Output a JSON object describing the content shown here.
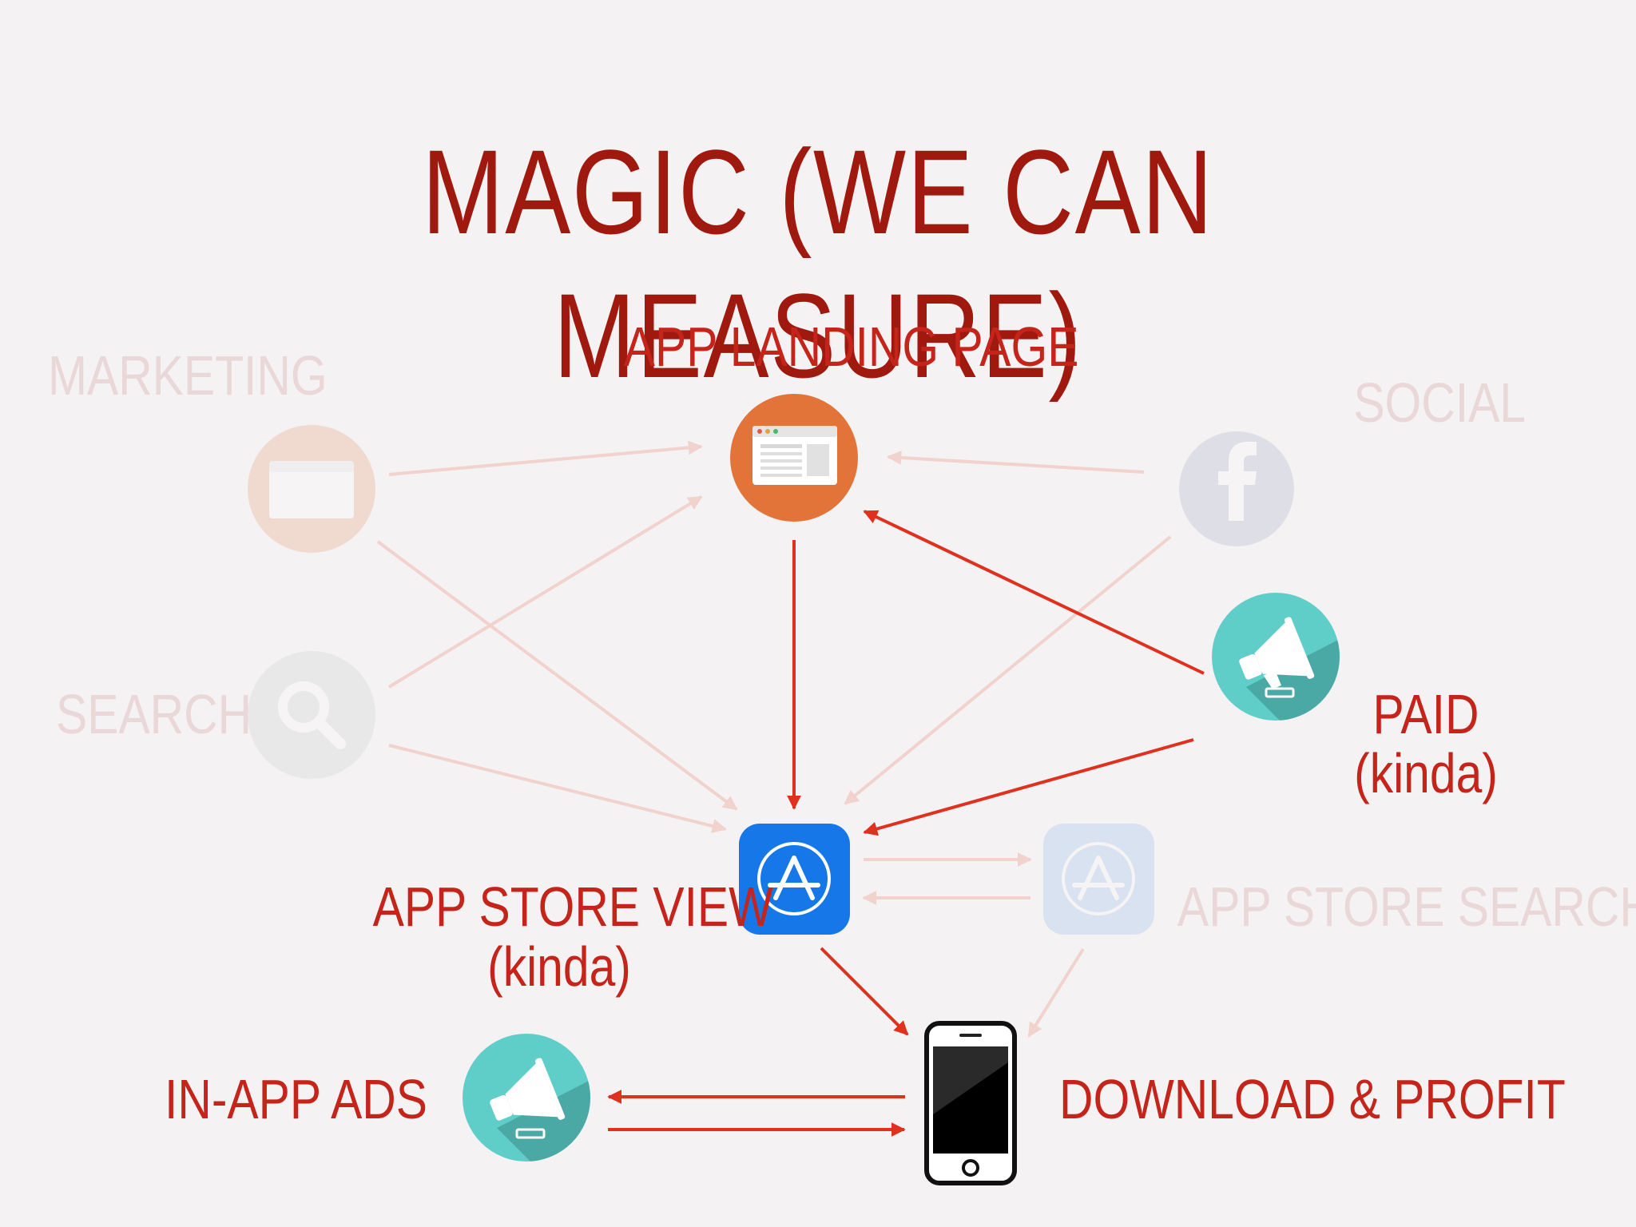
{
  "title": "MAGIC (WE CAN MEASURE)",
  "nodes": {
    "landing_page": {
      "label": "APP LANDING PAGE"
    },
    "marketing": {
      "label": "MARKETING"
    },
    "social": {
      "label": "SOCIAL"
    },
    "search": {
      "label": "SEARCH"
    },
    "paid": {
      "label": "PAID",
      "sublabel": "(kinda)"
    },
    "app_store_view": {
      "label": "APP STORE VIEW",
      "sublabel": "(kinda)"
    },
    "app_store_search": {
      "label": "APP STORE SEARCH"
    },
    "in_app_ads": {
      "label": "IN-APP ADS"
    },
    "download_profit": {
      "label": "DOWNLOAD & PROFIT"
    }
  },
  "colors": {
    "title": "#a0190f",
    "active_label": "#c4241a",
    "faded_label": "#ead7d7",
    "active_arrow": "#e0301e",
    "faded_arrow": "#f1d2cc",
    "landing_icon": "#e2743a",
    "megaphone_icon": "#5fcdc8",
    "app_store_icon": "#1677e8"
  },
  "icons": {
    "landing_page": "browser-window-icon",
    "marketing": "browser-window-icon",
    "social": "facebook-icon",
    "search": "magnifier-icon",
    "paid": "megaphone-icon",
    "app_store_view": "app-store-icon",
    "app_store_search": "app-store-icon",
    "in_app_ads": "megaphone-icon",
    "download_profit": "smartphone-icon"
  }
}
